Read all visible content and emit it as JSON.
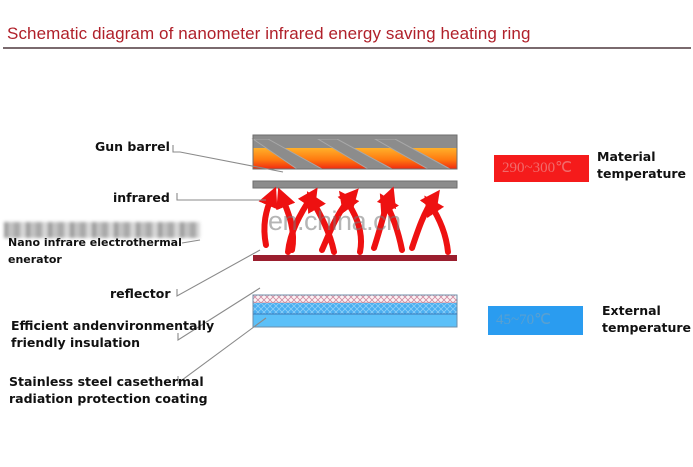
{
  "title": "Schematic diagram of nanometer infrared energy saving heating ring",
  "labels": {
    "gun_barrel": "Gun barrel",
    "infrared": "infrared",
    "generator_line1": "Nano infrare electrothermal",
    "generator_line2": "enerator",
    "reflector": "reflector",
    "insulation_line1": "Efficient andenvironmentally",
    "insulation_line2": "friendly insulation",
    "casing_line1": "Stainless steel casethermal",
    "casing_line2": "radiation protection coating"
  },
  "temperatures": {
    "material": {
      "value": "290~300℃",
      "label_line1": "Material",
      "label_line2": "temperature",
      "color": "#f51b1b"
    },
    "external": {
      "value": "45~70℃",
      "label_line1": "External",
      "label_line2": "temperature",
      "color": "#2a9cf0"
    }
  },
  "watermark": "en.china.cn",
  "colors": {
    "title": "#b0202a",
    "barrel_gray": "#8c8c8c",
    "material_orange": "#ff8a10",
    "material_red": "#f03010",
    "reflector": "#9a1e2e",
    "arrow": "#ee1111",
    "insulation_top": "#f5e6ea",
    "insulation_blue": "#4ab0f0",
    "casing_blue": "#5cc0f8"
  }
}
